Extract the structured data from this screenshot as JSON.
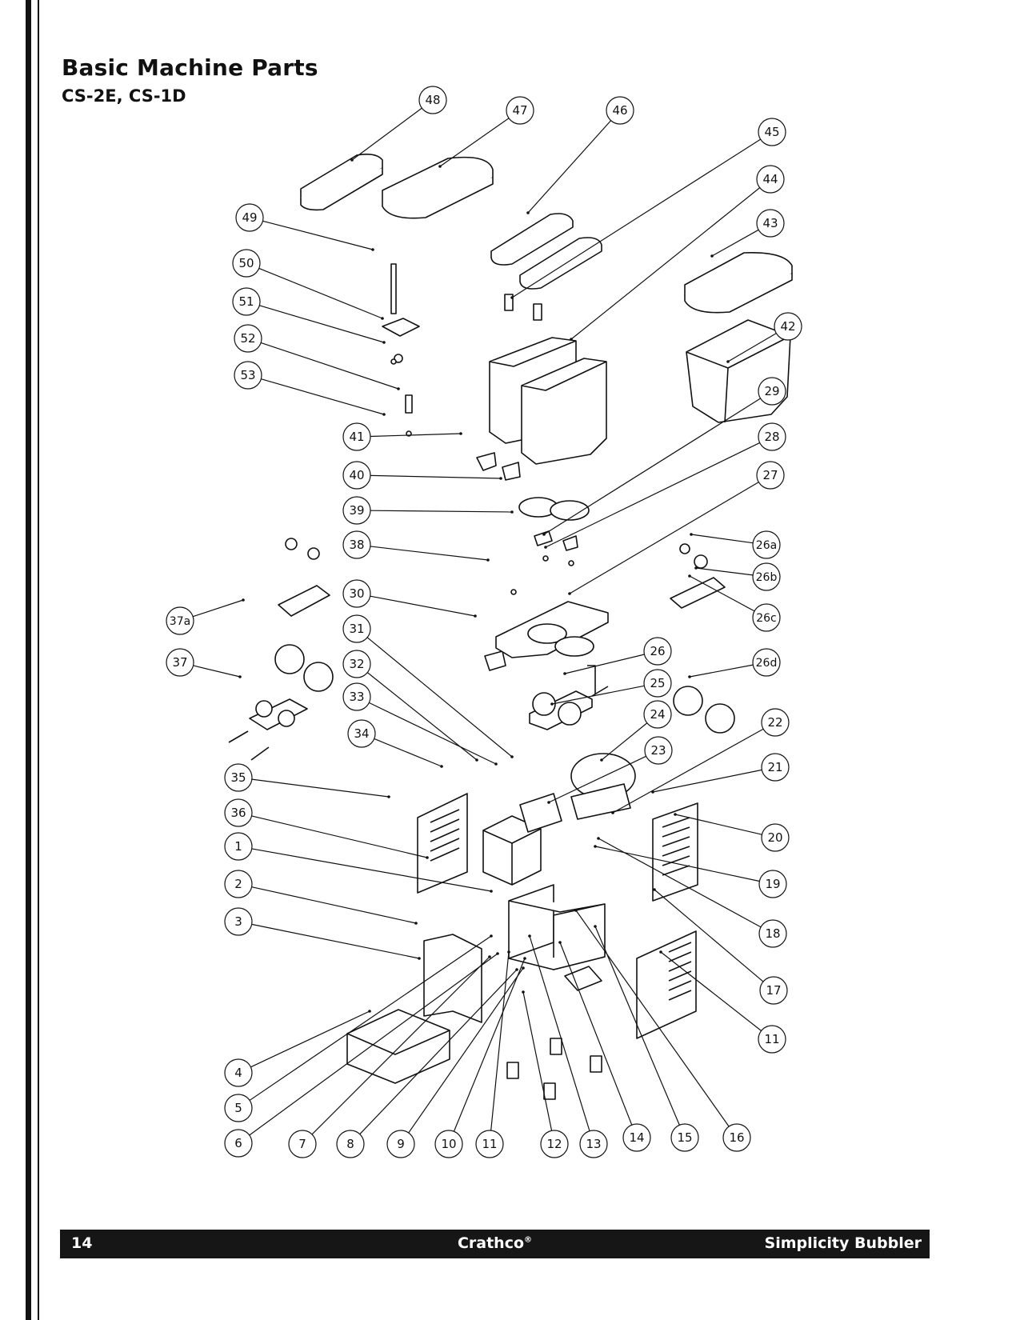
{
  "page": {
    "title": "Basic Machine Parts",
    "subtitle": "CS-2E, CS-1D"
  },
  "footer": {
    "page_number": "14",
    "brand": "Crathco",
    "brand_mark": "®",
    "product": "Simplicity Bubbler"
  },
  "callouts": [
    "48",
    "47",
    "46",
    "45",
    "44",
    "43",
    "42",
    "49",
    "50",
    "51",
    "52",
    "53",
    "41",
    "40",
    "39",
    "38",
    "30",
    "31",
    "32",
    "33",
    "34",
    "29",
    "28",
    "27",
    "26a",
    "26b",
    "26c",
    "26d",
    "26",
    "25",
    "24",
    "23",
    "22",
    "21",
    "20",
    "19",
    "18",
    "17",
    "11",
    "37a",
    "37",
    "35",
    "36",
    "1",
    "2",
    "3",
    "4",
    "5",
    "6",
    "7",
    "8",
    "9",
    "10",
    "11",
    "12",
    "13",
    "14",
    "15",
    "16"
  ],
  "colors": {
    "ink": "#111111",
    "footer_bg": "#161616",
    "footer_text": "#ffffff",
    "paper": "#ffffff"
  }
}
